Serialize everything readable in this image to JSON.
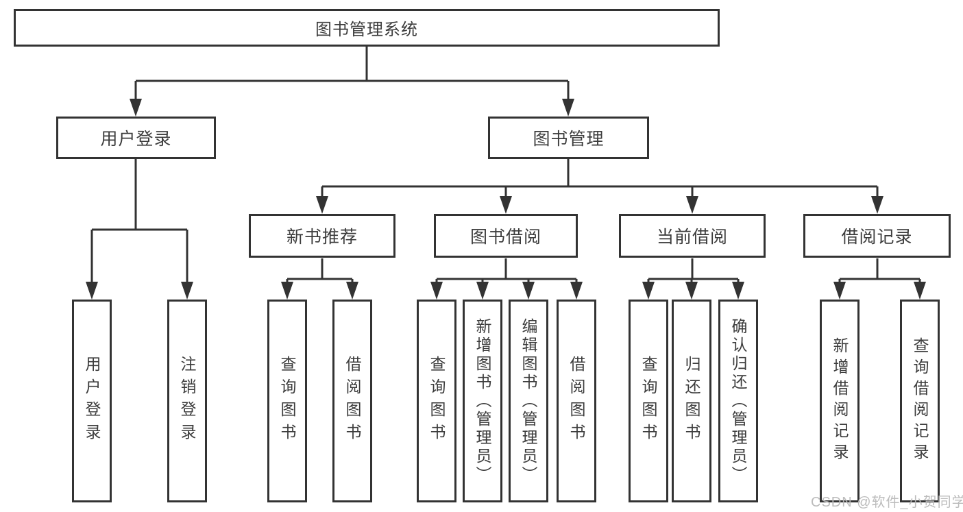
{
  "diagram": {
    "colors": {
      "line": "#333333",
      "box_border": "#333333",
      "text": "#3c3c3c",
      "watermark": "#b8b8b8",
      "background": "#ffffff"
    },
    "watermark": "CSDN @软件_小贺同学",
    "nodes": {
      "root": {
        "label": "图书管理系统"
      },
      "user_login": {
        "label": "用户登录"
      },
      "book_mgmt": {
        "label": "图书管理"
      },
      "new_book_rec": {
        "label": "新书推荐"
      },
      "book_borrow": {
        "label": "图书借阅"
      },
      "current_borrow": {
        "label": "当前借阅"
      },
      "borrow_record": {
        "label": "借阅记录"
      },
      "leaf_user_login": {
        "label": "用户登录"
      },
      "leaf_logout": {
        "label": "注销登录"
      },
      "leaf_query_book_1": {
        "label": "查询图书"
      },
      "leaf_borrow_book_1": {
        "label": "借阅图书"
      },
      "leaf_query_book_2": {
        "label": "查询图书"
      },
      "leaf_add_book": {
        "label": "新增图书（管理员）"
      },
      "leaf_edit_book": {
        "label": "编辑图书（管理员）"
      },
      "leaf_borrow_book_2": {
        "label": "借阅图书"
      },
      "leaf_query_book_3": {
        "label": "查询图书"
      },
      "leaf_return_book": {
        "label": "归还图书"
      },
      "leaf_confirm_return": {
        "label": "确认归还（管理员）"
      },
      "leaf_add_record": {
        "label": "新增借阅记录"
      },
      "leaf_query_record": {
        "label": "查询借阅记录"
      }
    }
  }
}
